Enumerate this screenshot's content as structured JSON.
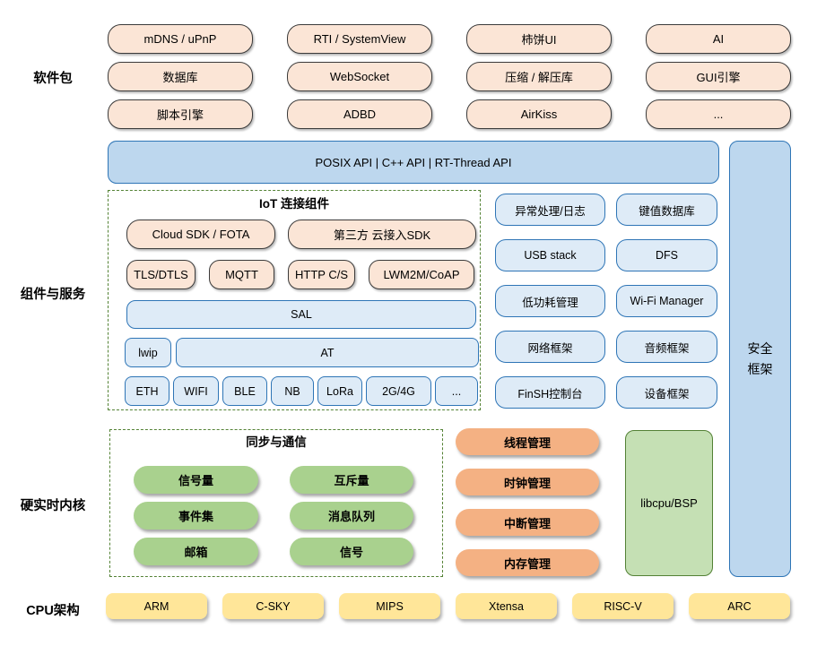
{
  "side_labels": {
    "software_packages": "软件包",
    "components_services": "组件与服务",
    "kernel": "硬实时内核",
    "cpu_arch": "CPU架构"
  },
  "software_packages": {
    "rows": [
      [
        "mDNS / uPnP",
        "RTI / SystemView",
        "柿饼UI",
        "AI"
      ],
      [
        "数据库",
        "WebSocket",
        "压缩 / 解压库",
        "GUI引擎"
      ],
      [
        "脚本引擎",
        "ADBD",
        "AirKiss",
        "..."
      ]
    ]
  },
  "api_bar": {
    "label": "POSIX API  |  C++ API  |  RT-Thread API"
  },
  "security_bar": {
    "line1": "安全",
    "line2": "框架"
  },
  "iot_box": {
    "title": "IoT 连接组件",
    "sdk_row": [
      "Cloud SDK / FOTA",
      "第三方 云接入SDK"
    ],
    "protocol_row": [
      "TLS/DTLS",
      "MQTT",
      "HTTP C/S",
      "LWM2M/CoAP"
    ],
    "sal": "SAL",
    "lwip": "lwip",
    "at": "AT",
    "link_row": [
      "ETH",
      "WIFI",
      "BLE",
      "NB",
      "LoRa",
      "2G/4G",
      "..."
    ]
  },
  "services": {
    "rows": [
      [
        "异常处理/日志",
        "键值数据库"
      ],
      [
        "USB stack",
        "DFS"
      ],
      [
        "低功耗管理",
        "Wi-Fi Manager"
      ],
      [
        "网络框架",
        "音频框架"
      ],
      [
        "FinSH控制台",
        "设备框架"
      ]
    ]
  },
  "sync_box": {
    "title": "同步与通信",
    "rows": [
      [
        "信号量",
        "互斥量"
      ],
      [
        "事件集",
        "消息队列"
      ],
      [
        "邮箱",
        "信号"
      ]
    ]
  },
  "kernel_mgmt": [
    "线程管理",
    "时钟管理",
    "中断管理",
    "内存管理"
  ],
  "libcpu": {
    "label": "libcpu/BSP"
  },
  "cpu_row": [
    "ARM",
    "C-SKY",
    "MIPS",
    "Xtensa",
    "RISC-V",
    "ARC"
  ],
  "palette": {
    "package_fill": "#FBE5D6",
    "package_border": "#3A3A3A",
    "api_fill": "#BDD7EE",
    "service_fill": "#DEEBF7",
    "blue_border": "#2E75B6",
    "dashed_border_green": "#548235",
    "sync_pill_green": "#A9D18E",
    "libcpu_fill": "#C5E0B4",
    "libcpu_border": "#538135",
    "mgmt_pill_orange": "#F4B183",
    "cpu_fill": "#FFE699"
  }
}
